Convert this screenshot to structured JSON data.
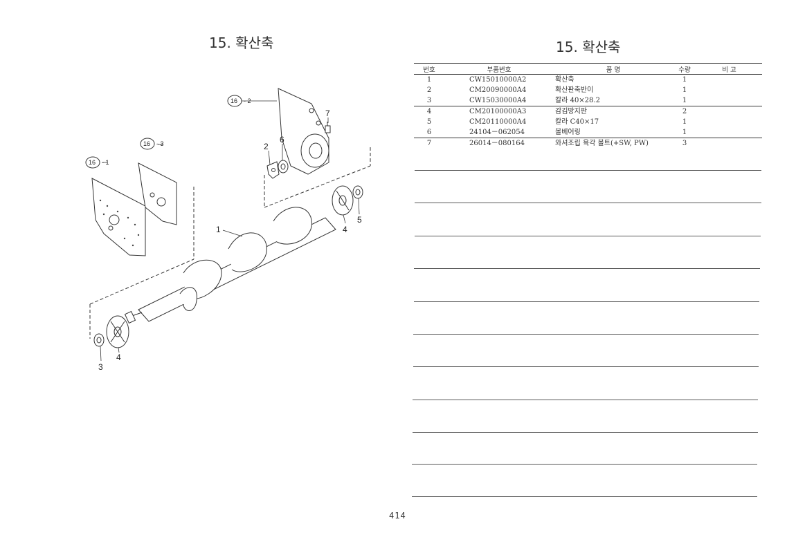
{
  "left_title": "15. 확산축",
  "right_title": "15. 확산축",
  "callouts": {
    "n1": "1",
    "n2": "2",
    "n3": "3",
    "n4a": "4",
    "n4b": "4",
    "n5": "5",
    "n6": "6",
    "n7": "7",
    "ref_circle": "16",
    "ref1": "- 1",
    "ref2": "- 2",
    "ref3": "- 3"
  },
  "table": {
    "headers": {
      "no": "번호",
      "part_no": "부품번호",
      "name": "품      명",
      "qty": "수량",
      "remarks": "비    고"
    },
    "rows": [
      {
        "no": "1",
        "part_no": "CW15010000A2",
        "name": "확산축",
        "qty": "1",
        "remarks": ""
      },
      {
        "no": "2",
        "part_no": "CM20090000A4",
        "name": "확산판축반이",
        "qty": "1",
        "remarks": ""
      },
      {
        "no": "3",
        "part_no": "CW15030000A4",
        "name": "칼라  40×28.2",
        "qty": "1",
        "remarks": ""
      },
      {
        "no": "4",
        "part_no": "CM20100000A3",
        "name": "감김방지판",
        "qty": "2",
        "remarks": ""
      },
      {
        "no": "5",
        "part_no": "CM20110000A4",
        "name": "칼라  C40×17",
        "qty": "1",
        "remarks": ""
      },
      {
        "no": "6",
        "part_no": "24104－062054",
        "name": "볼베어링",
        "qty": "1",
        "remarks": ""
      },
      {
        "no": "7",
        "part_no": "26014－080164",
        "name": "와셔조립 육각 볼트(+SW, PW)",
        "qty": "3",
        "remarks": ""
      }
    ]
  },
  "page_number": "414"
}
